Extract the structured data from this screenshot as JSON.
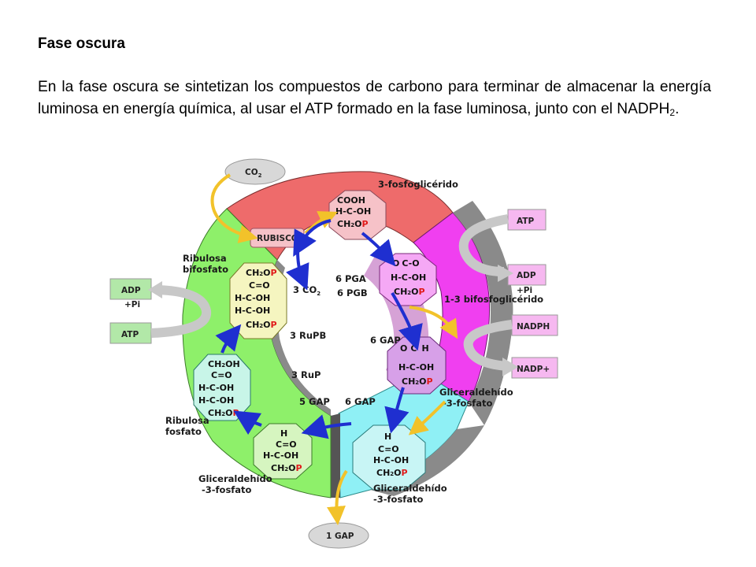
{
  "title": "Fase oscura",
  "paragraph": {
    "text": "En la fase oscura se sintetizan los compuestos de carbono para terminar de almacenar la energía luminosa en energía química, al usar el ATP formado en la fase luminosa, junto con el NADPH",
    "subscript": "2",
    "end": "."
  },
  "diagram": {
    "co2_top": "CO",
    "co2_top_sub": "2",
    "rubisco": "RUBISCO",
    "label_3fosfogliceridos": "3-fosfoglicérido",
    "label_ribulosa_bifosfato": [
      "Ribulosa",
      "bifosfato"
    ],
    "label_13bifosfo": "1-3 bifosfoglicérido",
    "label_gliceraldehido_right": [
      "Gliceraldehído",
      "-3-fosfato"
    ],
    "label_gliceraldehido_bottom": [
      "Gliceraldehído",
      "-3-fosfato"
    ],
    "label_gliceraldehido_left": [
      "Gliceraldehído",
      "-3-fosfato"
    ],
    "label_ribulosa_fosfato": [
      "Ribulosa",
      "fosfato"
    ],
    "inner_6pga": "6 PGA",
    "inner_3co2": "3 CO",
    "inner_3co2_sub": "2",
    "inner_6pgb": "6 PGB",
    "inner_3rupb": "3 RuPB",
    "inner_6gap": "6 GAP",
    "inner_3rup": "3 RuP",
    "inner_5gap": "5 GAP",
    "inner_6gap2": "6 GAP",
    "gap_out": "1 GAP",
    "box_atp_right": "ATP",
    "box_adp_right": "ADP",
    "box_adp_right_pi": "+Pi",
    "box_nadph": "NADPH",
    "box_nadp": "NADP+",
    "box_adp_left": "ADP",
    "box_adp_left_pi": "+Pi",
    "box_atp_left": "ATP",
    "mol_cooh": {
      "l1": "COOH",
      "l2": "H-C-OH",
      "l3": "CH",
      "l3b": "2",
      "l3c": "O",
      "p": "P"
    },
    "mol_c_o": {
      "l1": "O",
      "l1b": "C-O",
      "l2": "H-C-OH",
      "l3": "CH",
      "l3b": "2",
      "l3c": "O",
      "p": "P"
    },
    "mol_ald_pink": {
      "l1": "O",
      "l1b": "C",
      "l1c": "H",
      "l2": "H-C-OH",
      "l3": "CH",
      "l3b": "2",
      "l3c": "O",
      "p": "P"
    },
    "mol_ald_cyan": {
      "l1": "H",
      "l2": "C=O",
      "l3": "H-C-OH",
      "l4": "CH",
      "l4b": "2",
      "l4c": "O",
      "p": "P"
    },
    "mol_ald_green": {
      "l1": "H",
      "l2": "C=O",
      "l3": "H-C-OH",
      "l4": "CH",
      "l4b": "2",
      "l4c": "O",
      "p": "P"
    },
    "mol_rupb": {
      "l1": "CH",
      "l1b": "2",
      "l1c": "O",
      "l2": "C=O",
      "l3": "H-C-OH",
      "l4": "H-C-OH",
      "l5": "CH",
      "l5b": "2",
      "l5c": "O",
      "p": "P"
    },
    "mol_rup": {
      "l1": "CH",
      "l1b": "2",
      "l1c": "OH",
      "l2": "C=O",
      "l3": "H-C-OH",
      "l4": "H-C-OH",
      "l5": "CH",
      "l5b": "2",
      "l5c": "O",
      "p": "P"
    }
  },
  "colors": {
    "red_segment": "#ee6b6b",
    "magenta_segment": "#f03ff0",
    "purple_inner": "#c070c0",
    "cyan_segment": "#8ff0f5",
    "green_segment": "#8ef06a",
    "gray_band": "#8a8a8a",
    "arrow_blue": "#1f2fd0",
    "arrow_yellow": "#f2c22a",
    "arrow_gray": "#c8c8c8"
  }
}
